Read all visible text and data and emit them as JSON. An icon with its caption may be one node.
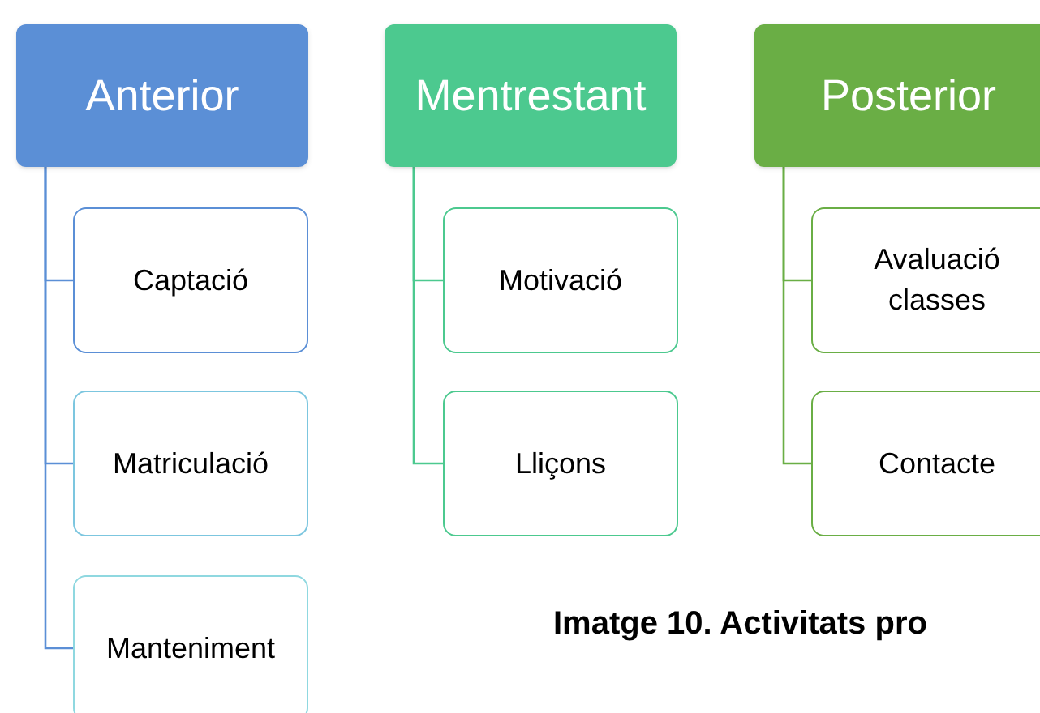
{
  "diagram": {
    "nodes": [
      {
        "text": [
          "Anterior"
        ]
      },
      {
        "text": [
          "Captació"
        ]
      },
      {
        "text": [
          "Matriculació"
        ]
      },
      {
        "text": [
          "Manteniment"
        ]
      },
      {
        "text": [
          "Mentrestant"
        ]
      },
      {
        "text": [
          "Motivació"
        ]
      },
      {
        "text": [
          "Lliçons"
        ]
      },
      {
        "text": [
          "Posterior"
        ]
      },
      {
        "text": [
          "Avaluació classes"
        ]
      },
      {
        "text": [
          "Contacte"
        ]
      }
    ],
    "edges": [
      {
        "from": 0,
        "to": 1,
        "arrow": "none",
        "color": "#5b8fd6"
      },
      {
        "from": 0,
        "to": 2,
        "arrow": "none",
        "color": "#5b8fd6"
      },
      {
        "from": 0,
        "to": 3,
        "arrow": "none",
        "color": "#5b8fd6"
      },
      {
        "from": 4,
        "to": 5,
        "arrow": "none",
        "color": "#4cc98f"
      },
      {
        "from": 4,
        "to": 6,
        "arrow": "none",
        "color": "#4cc98f"
      },
      {
        "from": 7,
        "to": 8,
        "arrow": "none",
        "color": "#6aae45"
      },
      {
        "from": 7,
        "to": 9,
        "arrow": "none",
        "color": "#6aae45"
      }
    ],
    "caption": "Imatge 10. Activitats pro"
  }
}
